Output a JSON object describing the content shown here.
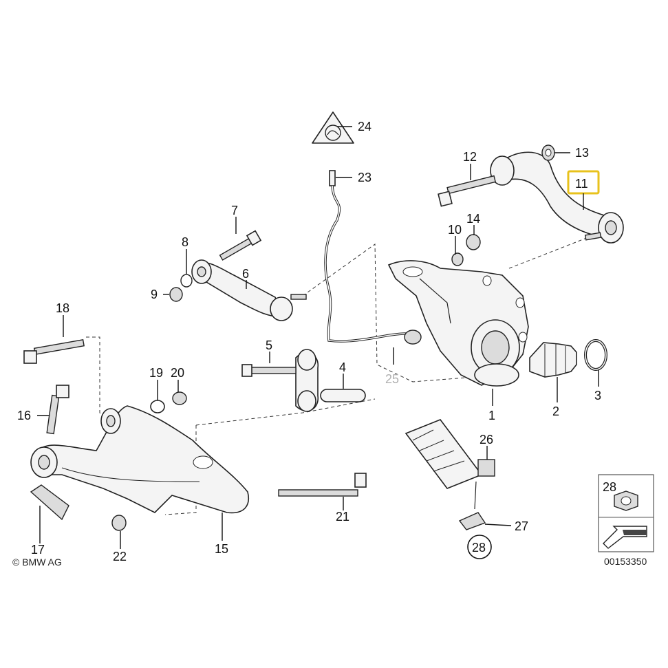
{
  "callouts": [
    {
      "id": "1",
      "text": "1"
    },
    {
      "id": "2",
      "text": "2"
    },
    {
      "id": "3",
      "text": "3"
    },
    {
      "id": "4",
      "text": "4"
    },
    {
      "id": "5",
      "text": "5"
    },
    {
      "id": "6",
      "text": "6"
    },
    {
      "id": "7",
      "text": "7"
    },
    {
      "id": "8",
      "text": "8"
    },
    {
      "id": "9",
      "text": "9"
    },
    {
      "id": "10",
      "text": "10"
    },
    {
      "id": "11",
      "text": "11",
      "highlighted": true
    },
    {
      "id": "12",
      "text": "12"
    },
    {
      "id": "13",
      "text": "13"
    },
    {
      "id": "14",
      "text": "14"
    },
    {
      "id": "15",
      "text": "15"
    },
    {
      "id": "16",
      "text": "16"
    },
    {
      "id": "17",
      "text": "17"
    },
    {
      "id": "18",
      "text": "18"
    },
    {
      "id": "19",
      "text": "19"
    },
    {
      "id": "20",
      "text": "20"
    },
    {
      "id": "21",
      "text": "21"
    },
    {
      "id": "22",
      "text": "22"
    },
    {
      "id": "23",
      "text": "23"
    },
    {
      "id": "24",
      "text": "24"
    },
    {
      "id": "25",
      "text": "25",
      "faded": true
    },
    {
      "id": "26",
      "text": "26"
    },
    {
      "id": "27",
      "text": "27"
    },
    {
      "id": "28a",
      "text": "28",
      "circled": true
    },
    {
      "id": "28b",
      "text": "28"
    }
  ],
  "copyright": "© BMW AG",
  "diagram_number": "00153350",
  "highlight_color": "#e8c21c"
}
